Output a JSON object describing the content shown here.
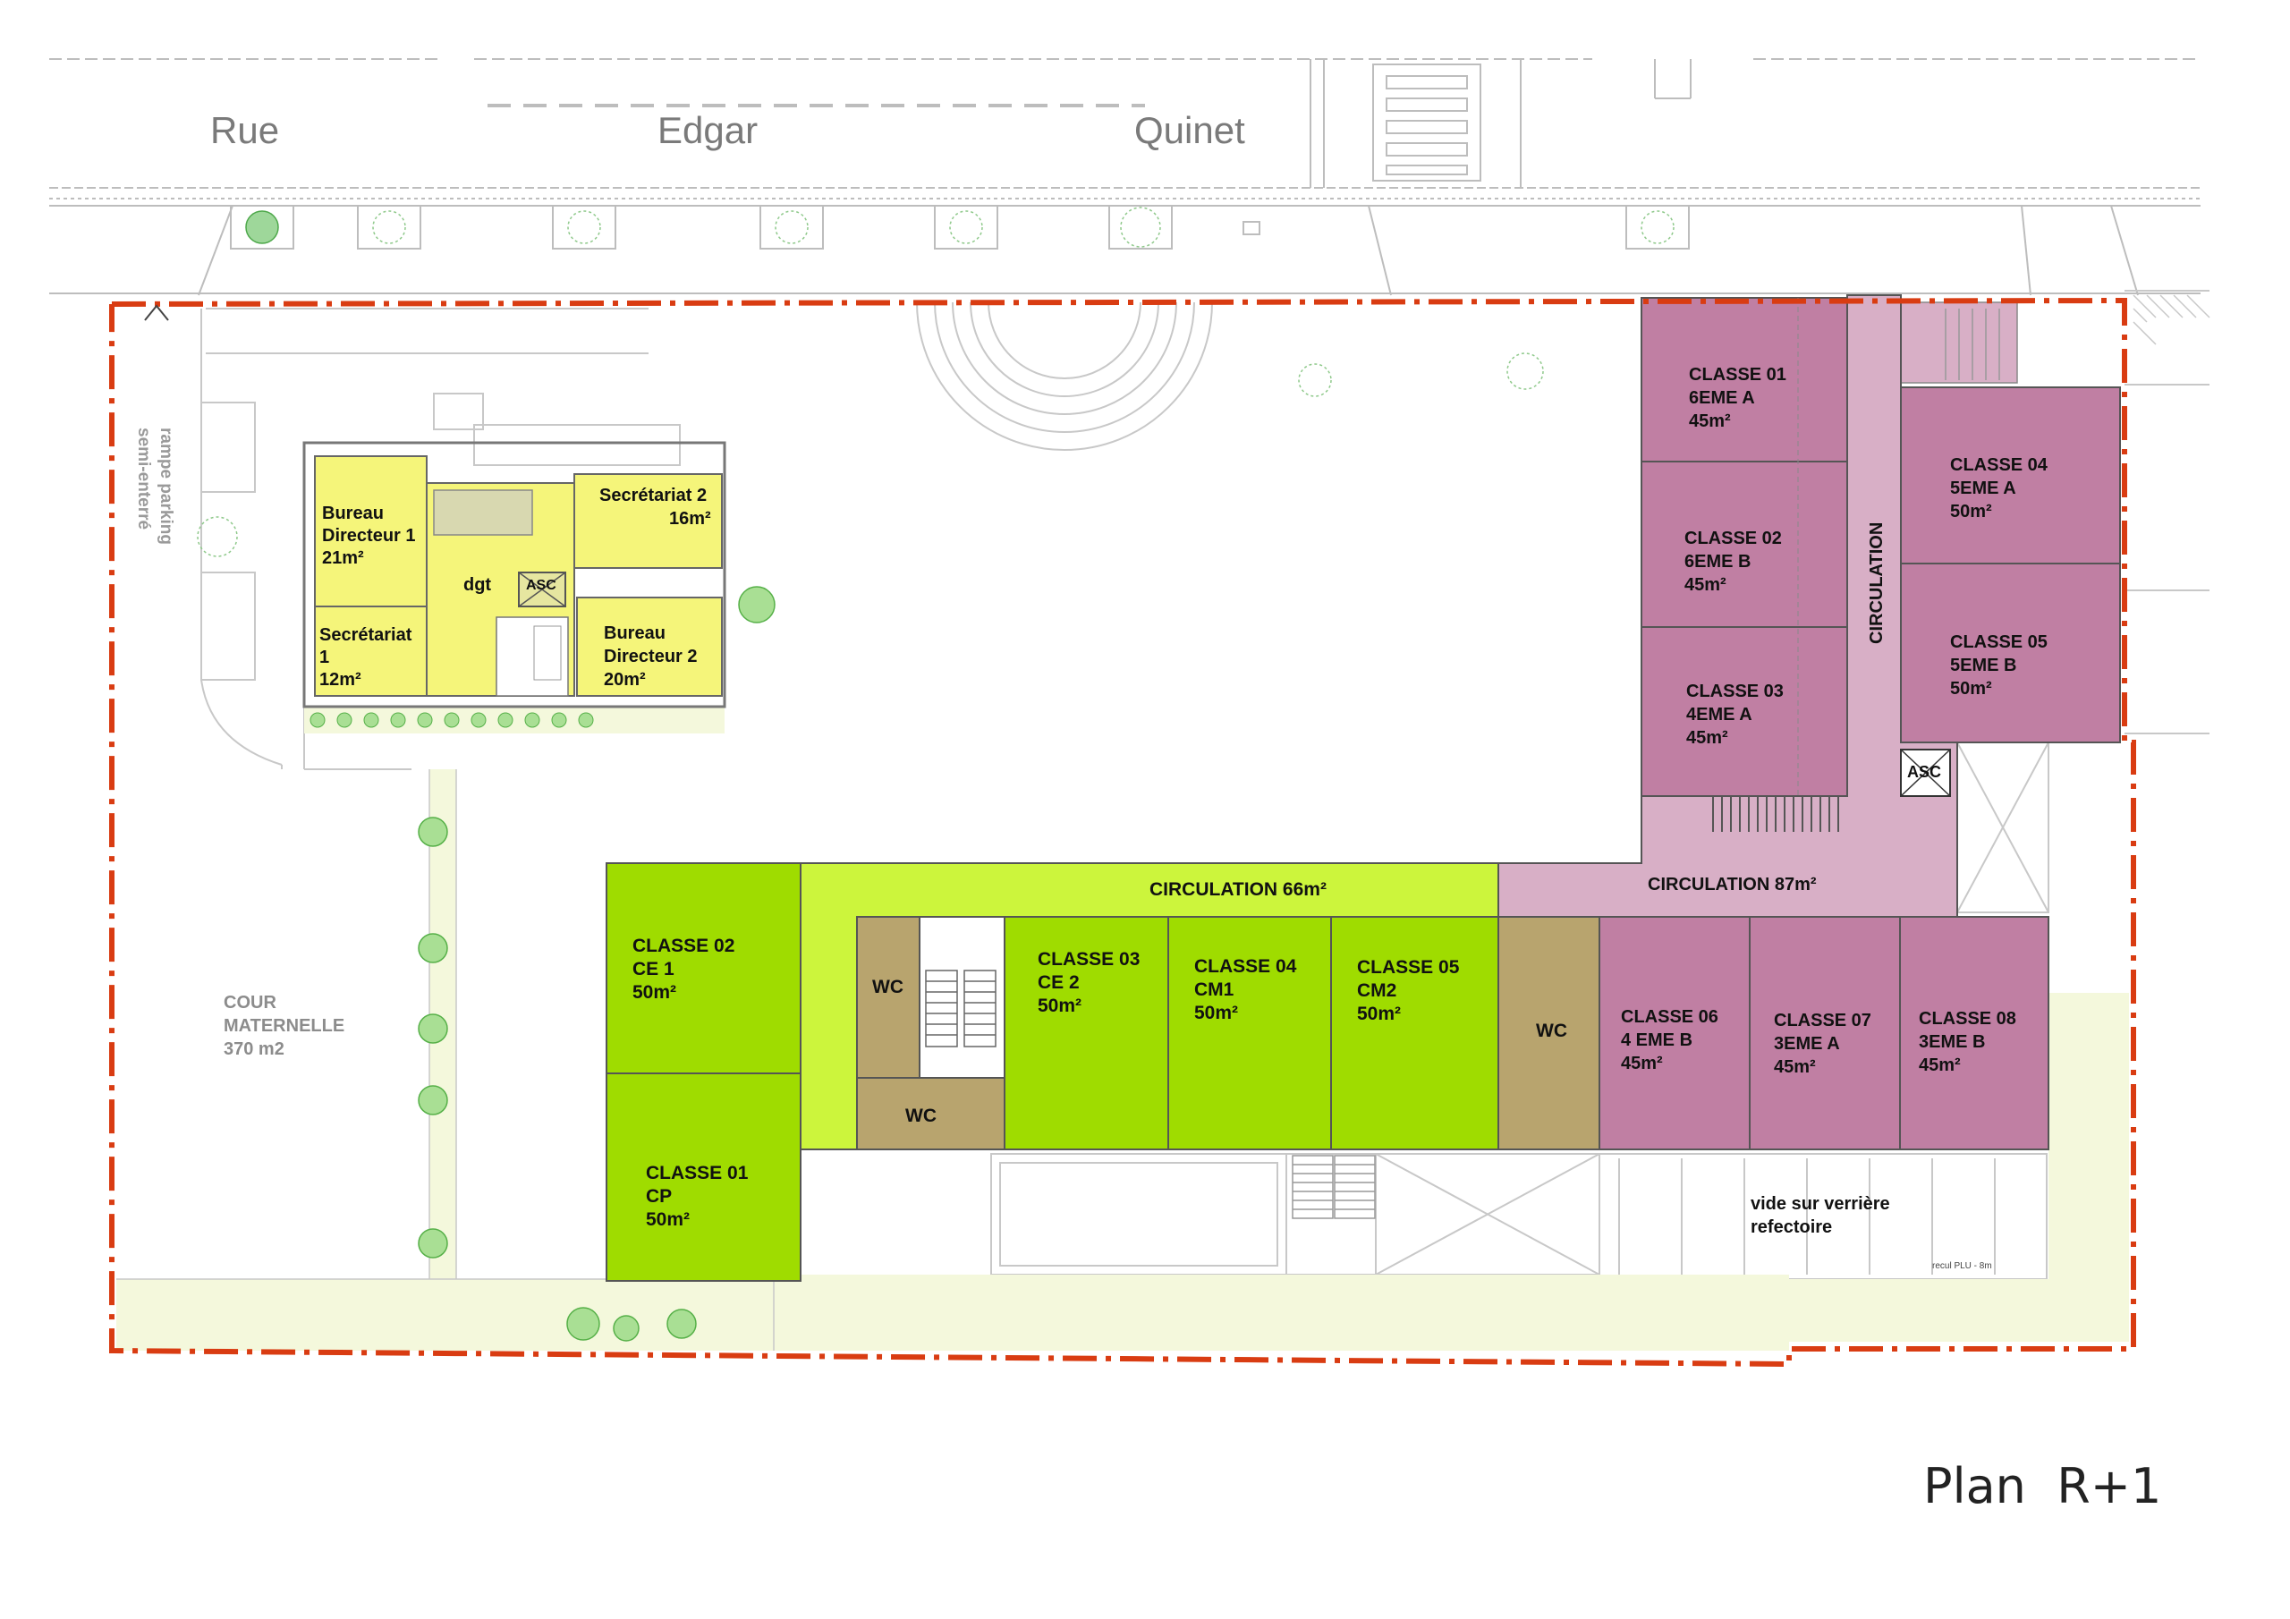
{
  "title": "Plan  R+1",
  "street": {
    "word1": "Rue",
    "word2": "Edgar",
    "word3": "Quinet"
  },
  "ramp": {
    "line1": "rampe parking",
    "line2": "semi-enterré"
  },
  "cour": {
    "line1": "COUR",
    "line2": "MATERNELLE",
    "line3": "370 m2"
  },
  "admin": {
    "bureau1": [
      "Bureau",
      "Directeur 1",
      "21m²"
    ],
    "secretariat1": [
      "Secrétariat",
      "1",
      "12m²"
    ],
    "secretariat2": [
      "Secrétariat 2",
      "16m²"
    ],
    "bureau2": [
      "Bureau",
      "Directeur 2",
      "20m²"
    ],
    "dgt": "dgt",
    "asc": "ASC"
  },
  "primary": {
    "circulation": "CIRCULATION 66m²",
    "classe02": [
      "CLASSE 02",
      "CE 1",
      "50m²"
    ],
    "classe01": [
      "CLASSE 01",
      "CP",
      "50m²"
    ],
    "classe03": [
      "CLASSE 03",
      "CE 2",
      "50m²"
    ],
    "classe04": [
      "CLASSE 04",
      "CM1",
      "50m²"
    ],
    "classe05": [
      "CLASSE 05",
      "CM2",
      "50m²"
    ],
    "wc": "WC"
  },
  "college": {
    "classe01": [
      "CLASSE 01",
      "6EME A",
      "45m²"
    ],
    "classe02": [
      "CLASSE 02",
      "6EME B",
      "45m²"
    ],
    "classe03": [
      "CLASSE 03",
      "4EME A",
      "45m²"
    ],
    "classe04": [
      "CLASSE 04",
      "5EME A",
      "50m²"
    ],
    "classe05": [
      "CLASSE 05",
      "5EME B",
      "50m²"
    ],
    "classe06": [
      "CLASSE 06",
      "4 EME B",
      "45m²"
    ],
    "classe07": [
      "CLASSE 07",
      "3EME A",
      "45m²"
    ],
    "classe08": [
      "CLASSE 08",
      "3EME B",
      "45m²"
    ],
    "circulation_v": "CIRCULATION",
    "circulation": "CIRCULATION 87m²",
    "asc": "ASC"
  },
  "vide": {
    "line1": "vide sur verrière",
    "line2": "refectoire",
    "recul": "recul PLU - 8m"
  },
  "colors": {
    "yellow": "#f5f57a",
    "green": "#9fdc00",
    "green_light": "#ccf53c",
    "purple": "#c07fa3",
    "pink": "#d8afc6",
    "brown": "#b8a46e",
    "boundary": "#d93c12"
  }
}
